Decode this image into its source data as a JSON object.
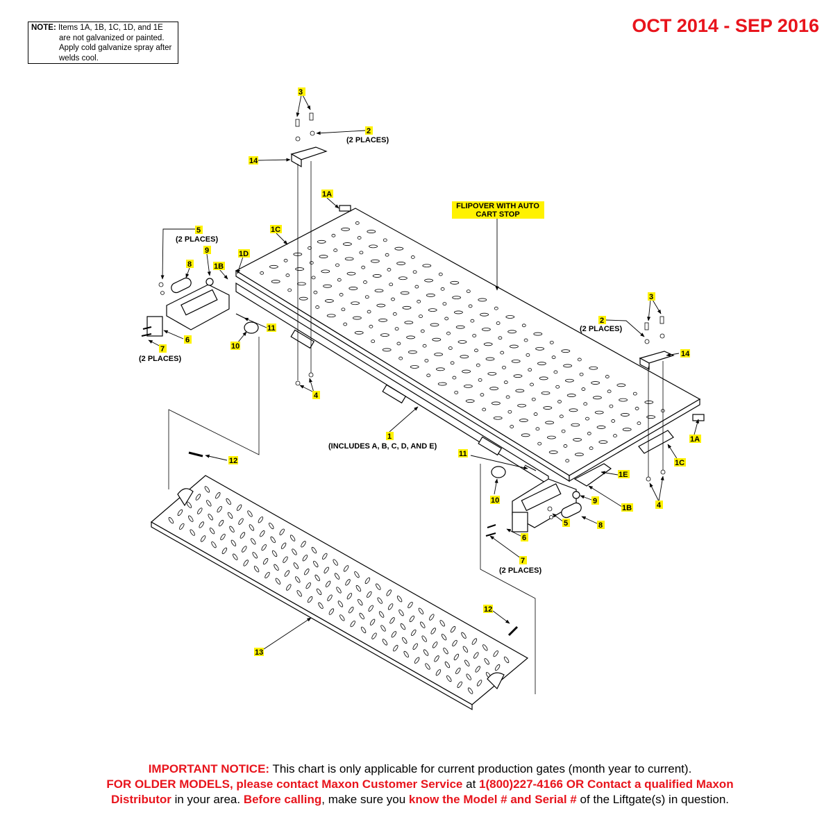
{
  "note": {
    "label": "NOTE:",
    "lines": [
      "Items 1A, 1B, 1C, 1D, and 1E",
      "are not galvanized or painted.",
      "Apply cold galvanize spray after",
      "welds cool."
    ]
  },
  "header": {
    "date_range": "OCT 2014 - SEP 2016"
  },
  "colors": {
    "accent_red": "#e8141c",
    "label_highlight": "#fff200"
  },
  "diagram": {
    "title_line1": "FLIPOVER WITH AUTO",
    "title_line2": "CART STOP",
    "callouts": [
      {
        "id": "c3a",
        "text": "3"
      },
      {
        "id": "c2a",
        "text": "2"
      },
      {
        "id": "c2a_note",
        "text": "(2 PLACES)"
      },
      {
        "id": "c14a",
        "text": "14"
      },
      {
        "id": "c1a_top",
        "text": "1A"
      },
      {
        "id": "c1c_left",
        "text": "1C"
      },
      {
        "id": "c5",
        "text": "5"
      },
      {
        "id": "c5_note",
        "text": "(2 PLACES)"
      },
      {
        "id": "c9a",
        "text": "9"
      },
      {
        "id": "c8a",
        "text": "8"
      },
      {
        "id": "c1d",
        "text": "1D"
      },
      {
        "id": "c1b_left",
        "text": "1B"
      },
      {
        "id": "c11a",
        "text": "11"
      },
      {
        "id": "c10a",
        "text": "10"
      },
      {
        "id": "c6a",
        "text": "6"
      },
      {
        "id": "c7a",
        "text": "7"
      },
      {
        "id": "c7a_note",
        "text": "(2 PLACES)"
      },
      {
        "id": "c4a",
        "text": "4"
      },
      {
        "id": "c1",
        "text": "1"
      },
      {
        "id": "c1_note",
        "text": "(INCLUDES A, B, C, D, AND E)"
      },
      {
        "id": "c3b",
        "text": "3"
      },
      {
        "id": "c2b",
        "text": "2"
      },
      {
        "id": "c2b_note",
        "text": "(2 PLACES)"
      },
      {
        "id": "c14b",
        "text": "14"
      },
      {
        "id": "c1a_right",
        "text": "1A"
      },
      {
        "id": "c1c_right",
        "text": "1C"
      },
      {
        "id": "c4b",
        "text": "4"
      },
      {
        "id": "c11b",
        "text": "11"
      },
      {
        "id": "c1e",
        "text": "1E"
      },
      {
        "id": "c10b",
        "text": "10"
      },
      {
        "id": "c9b",
        "text": "9"
      },
      {
        "id": "c1b_right",
        "text": "1B"
      },
      {
        "id": "c5b",
        "text": "5"
      },
      {
        "id": "c8b",
        "text": "8"
      },
      {
        "id": "c6b",
        "text": "6"
      },
      {
        "id": "c7b",
        "text": "7"
      },
      {
        "id": "c7b_note",
        "text": "(2 PLACES)"
      },
      {
        "id": "c12a",
        "text": "12"
      },
      {
        "id": "c12b",
        "text": "12"
      },
      {
        "id": "c13",
        "text": "13"
      }
    ]
  },
  "notice": {
    "important_label": "IMPORTANT NOTICE:",
    "important_text": " This chart is only applicable for current production gates (month year to current).",
    "older_label": "FOR OLDER MODELS, please contact Maxon Customer Service",
    "at": " at ",
    "phone_etc": "1(800)227-4166 OR Contact a qualified Maxon",
    "distributor": "Distributor",
    "in_area": " in your area. ",
    "before_calling": "Before calling",
    "make_sure": ", make sure you ",
    "know_model": "know the Model # and Serial #",
    "of_liftgate": " of the Liftgate(s) in question."
  }
}
